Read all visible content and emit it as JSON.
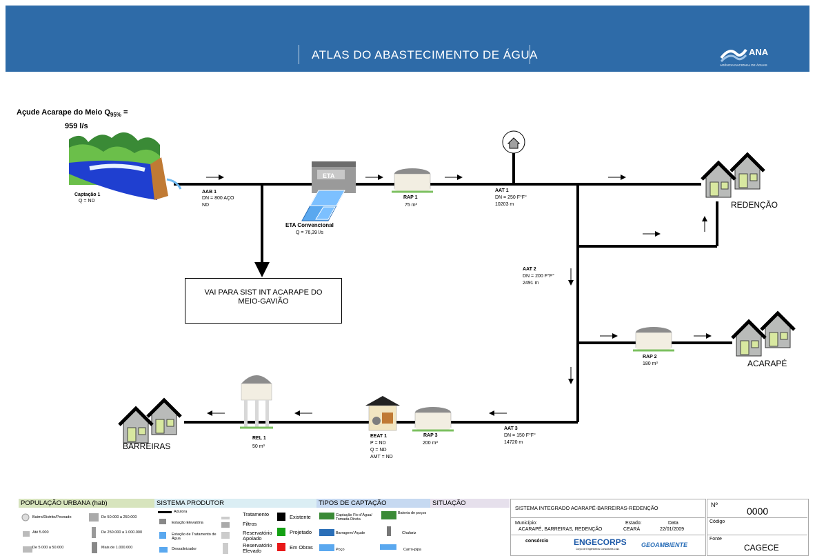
{
  "header": {
    "title": "ATLAS DO ABASTECIMENTO DE ÁGUA",
    "logo_name": "ANA",
    "logo_subtitle": "AGÊNCIA NACIONAL DE ÁGUAS"
  },
  "source": {
    "title_line1": "Açude Acarape do Meio Q",
    "title_sub": "95%",
    "title_eq": " =",
    "title_line2": "959 l/s",
    "captacao_name": "Captação 1",
    "captacao_q": "Q = ND"
  },
  "pipes": {
    "aab1": {
      "name": "AAB 1",
      "dn": "DN = 800 AÇO",
      "len": "ND"
    },
    "aat1": {
      "name": "AAT 1",
      "dn": "DN = 250 F°F°",
      "len": "10203 m"
    },
    "aat2": {
      "name": "AAT 2",
      "dn": "DN = 200 F°F°",
      "len": "2491 m"
    },
    "aat3": {
      "name": "AAT 3",
      "dn": "DN = 150 F°F°",
      "len": "14720 m"
    }
  },
  "eta": {
    "badge": "ETA",
    "name": "ETA Convencional",
    "q": "Q = 76,39 l/s"
  },
  "reservoirs": {
    "rap1": {
      "name": "RAP 1",
      "vol": "75 m³"
    },
    "rap2": {
      "name": "RAP 2",
      "vol": "180 m³"
    },
    "rap3": {
      "name": "RAP 3",
      "vol": "200 m³"
    },
    "rel1": {
      "name": "REL 1",
      "vol": "50 m³"
    }
  },
  "eeat1": {
    "name": "EEAT 1",
    "p": "P = ND",
    "q": "Q = ND",
    "amt": "AMT = ND"
  },
  "towns": {
    "redencao": "REDENÇÃO",
    "acarape": "ACARAPÉ",
    "barreiras": "BARREIRAS"
  },
  "vai_box": {
    "line1": "VAI PARA SIST INT ACARAPE DO",
    "line2": "MEIO-GAVIÃO"
  },
  "legend": {
    "pop": {
      "header": "POPULAÇÃO URBANA (hab)",
      "items": [
        "Bairro/Distrito/Povoado",
        "De 50.000 a 250.000",
        "Até 5.000",
        "De 250.000 a 1.000.000",
        "De 5.000 a 50.000",
        "Mais de 1.000.000"
      ]
    },
    "sis": {
      "header": "SISTEMA PRODUTOR",
      "items": [
        "Adutora",
        "Estação Elevatória",
        "Estação de Tratamento de Água",
        "Dessalinizador",
        "Tratamento",
        "Filtros",
        "Reservatório Apoiado",
        "Reservatório Elevado"
      ],
      "status": [
        "Existente",
        "Projetado",
        "Em Obras"
      ]
    },
    "cap": {
      "header": "TIPOS DE CAPTAÇÃO",
      "items": [
        "Captação Fio d'Água/ Tomada Direta",
        "Bateria de poços",
        "Barragem/ Açude",
        "Chafariz",
        "Poço",
        "Carro-pipa"
      ]
    },
    "sit": {
      "header": "SITUAÇÃO"
    }
  },
  "title_block": {
    "system": "SISTEMA INTEGRADO ACARAPÉ-BARREIRAS-REDENÇÃO",
    "municipio_label": "Município:",
    "municipio": "ACARAPÉ, BARREIRAS, REDENÇÃO",
    "estado_label": "Estado:",
    "estado": "CEARÁ",
    "data_label": "Data",
    "data": "22/01/2009",
    "consorcio": "consórcio",
    "engecorps": "ENGECORPS",
    "engecorps_sub": "Corpo de Engenheiros Consultores Ltda.",
    "geoambiente": "GEOAMBIENTE",
    "no_label": "Nº",
    "no": "0000",
    "codigo_label": "Código",
    "fonte_label": "Fonte",
    "fonte": "CAGECE"
  },
  "colors": {
    "header": "#2e6ba8",
    "pop_header": "#d7e4bd",
    "sis_header": "#dbeef4",
    "cap_header": "#c6d9f1",
    "sit_header": "#e6e0ec",
    "existente": "#000000",
    "projetado": "#14a014",
    "em_obras": "#e81818"
  }
}
